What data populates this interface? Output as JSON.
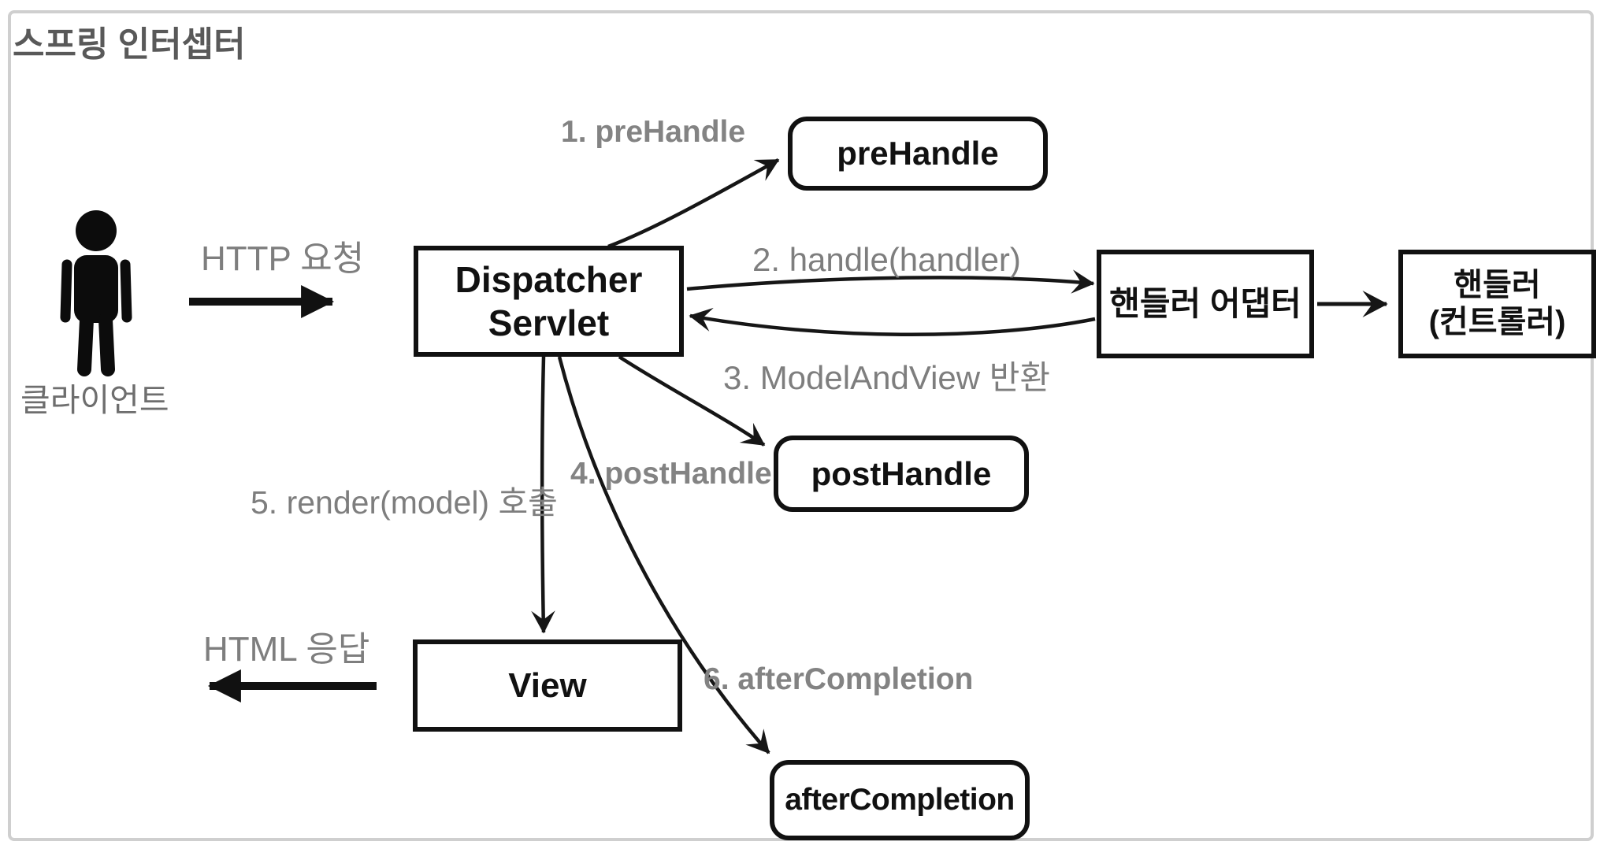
{
  "title": "스프링 인터셉터",
  "client": {
    "label": "클라이언트"
  },
  "flows": {
    "http_request": "HTTP 요청",
    "html_response": "HTML 응답"
  },
  "steps": {
    "step1": "1. preHandle",
    "step2": "2. handle(handler)",
    "step3": "3. ModelAndView 반환",
    "step4": "4. postHandle",
    "step5": "5. render(model) 호출",
    "step6": "6. afterCompletion"
  },
  "nodes": {
    "dispatcher": {
      "line1": "Dispatcher",
      "line2": "Servlet"
    },
    "pre_handle": {
      "label": "preHandle"
    },
    "handler_adapter": {
      "label": "핸들러 어댑터"
    },
    "handler": {
      "line1": "핸들러",
      "line2": "(컨트롤러)"
    },
    "post_handle": {
      "label": "postHandle"
    },
    "view": {
      "label": "View"
    },
    "after_completion": {
      "label": "afterCompletion"
    }
  },
  "icons": {
    "client": "person-icon"
  },
  "colors": {
    "node_border": "#111111",
    "node_text": "#111111",
    "label_text": "#7e7e7e",
    "title_text": "#595959",
    "frame_border": "#cfcfcf",
    "arrow": "#161616",
    "background": "#ffffff"
  }
}
